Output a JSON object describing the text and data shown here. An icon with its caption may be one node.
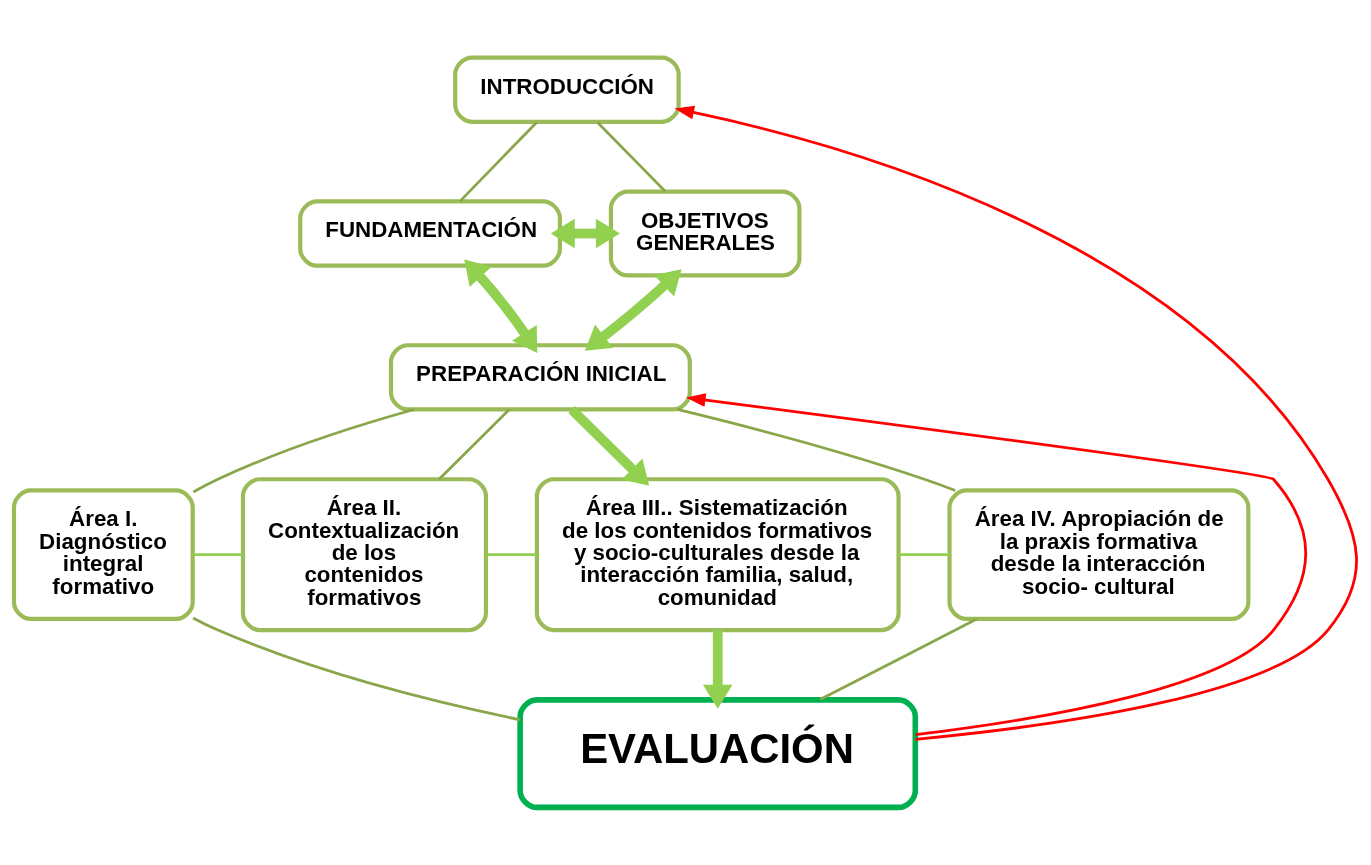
{
  "diagram": {
    "nodes": [
      {
        "text": [
          "INTRODUCCIÓN"
        ]
      },
      {
        "text": [
          "FUNDAMENTACIÓN"
        ]
      },
      {
        "text": [
          "OBJETIVOS GENERALES"
        ]
      },
      {
        "text": [
          "PREPARACIÓN INICIAL"
        ]
      },
      {
        "text": [
          "Área I. Diagnóstico integral formativo"
        ]
      },
      {
        "text": [
          "Área II. Contextualización de los contenidos formativos"
        ]
      },
      {
        "text": [
          "Área III.. Sistematización de los contenidos formativos y socio-culturales desde la interacción familia, salud, comunidad"
        ]
      },
      {
        "text": [
          "Área IV. Apropiación de la praxis formativa desde la interacción socio- cultural"
        ]
      },
      {
        "text": [
          "EVALUACIÓN"
        ]
      }
    ],
    "edges": [
      {
        "from": 0,
        "to": 1,
        "arrow": "none"
      },
      {
        "from": 0,
        "to": 2,
        "arrow": "none"
      },
      {
        "from": 1,
        "to": 2,
        "arrow": "both",
        "style": "thick",
        "color": "#92d050"
      },
      {
        "from": 3,
        "to": 1,
        "arrow": "both",
        "style": "thick",
        "color": "#92d050"
      },
      {
        "from": 3,
        "to": 2,
        "arrow": "both",
        "style": "thick",
        "color": "#92d050"
      },
      {
        "from": 3,
        "to": 4,
        "arrow": "none"
      },
      {
        "from": 3,
        "to": 5,
        "arrow": "none"
      },
      {
        "from": 3,
        "to": 6,
        "arrow": "to",
        "style": "thick",
        "color": "#92d050"
      },
      {
        "from": 3,
        "to": 7,
        "arrow": "none"
      },
      {
        "from": 4,
        "to": 5,
        "arrow": "none",
        "color": "#92d050"
      },
      {
        "from": 5,
        "to": 6,
        "arrow": "none",
        "color": "#92d050"
      },
      {
        "from": 6,
        "to": 7,
        "arrow": "none",
        "color": "#92d050"
      },
      {
        "from": 6,
        "to": 8,
        "arrow": "to",
        "style": "thick",
        "color": "#92d050"
      },
      {
        "from": 4,
        "to": 8,
        "arrow": "none"
      },
      {
        "from": 7,
        "to": 8,
        "arrow": "none"
      },
      {
        "from": 8,
        "to": 0,
        "arrow": "to",
        "color": "#ff0000"
      },
      {
        "from": 8,
        "to": 3,
        "arrow": "to",
        "color": "#ff0000"
      }
    ]
  }
}
